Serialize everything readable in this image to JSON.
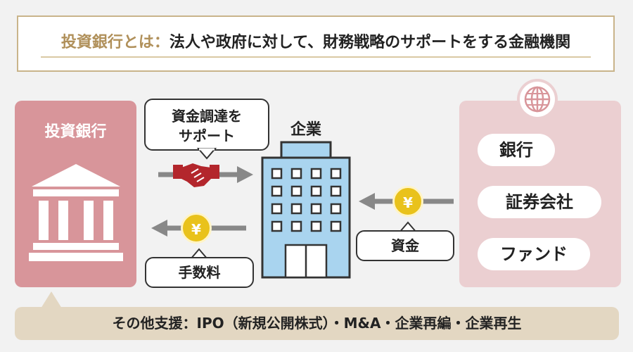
{
  "header": {
    "term": "投資銀行とは",
    "separator": "：",
    "definition": "法人や政府に対して、財務戦略のサポートをする金融機関"
  },
  "bank": {
    "title": "投資銀行"
  },
  "company": {
    "label": "企業"
  },
  "bubbles": {
    "support": [
      "資金調達を",
      "サポート"
    ],
    "fee": "手数料",
    "funds": "資金"
  },
  "sources": [
    "銀行",
    "証券会社",
    "ファンド"
  ],
  "yen_symbol": "¥",
  "footer": {
    "text": "その他支援：IPO（新規公開株式）・M&A・企業再編・企業再生"
  },
  "colors": {
    "accent_gold": "#b0905a",
    "bank_panel": "#d8959a",
    "source_panel": "#ebcfd1",
    "building_blue": "#a9d4ef",
    "coin": "#e9c21b",
    "handshake": "#b3262c",
    "footer_bg": "#e3d7c2"
  }
}
